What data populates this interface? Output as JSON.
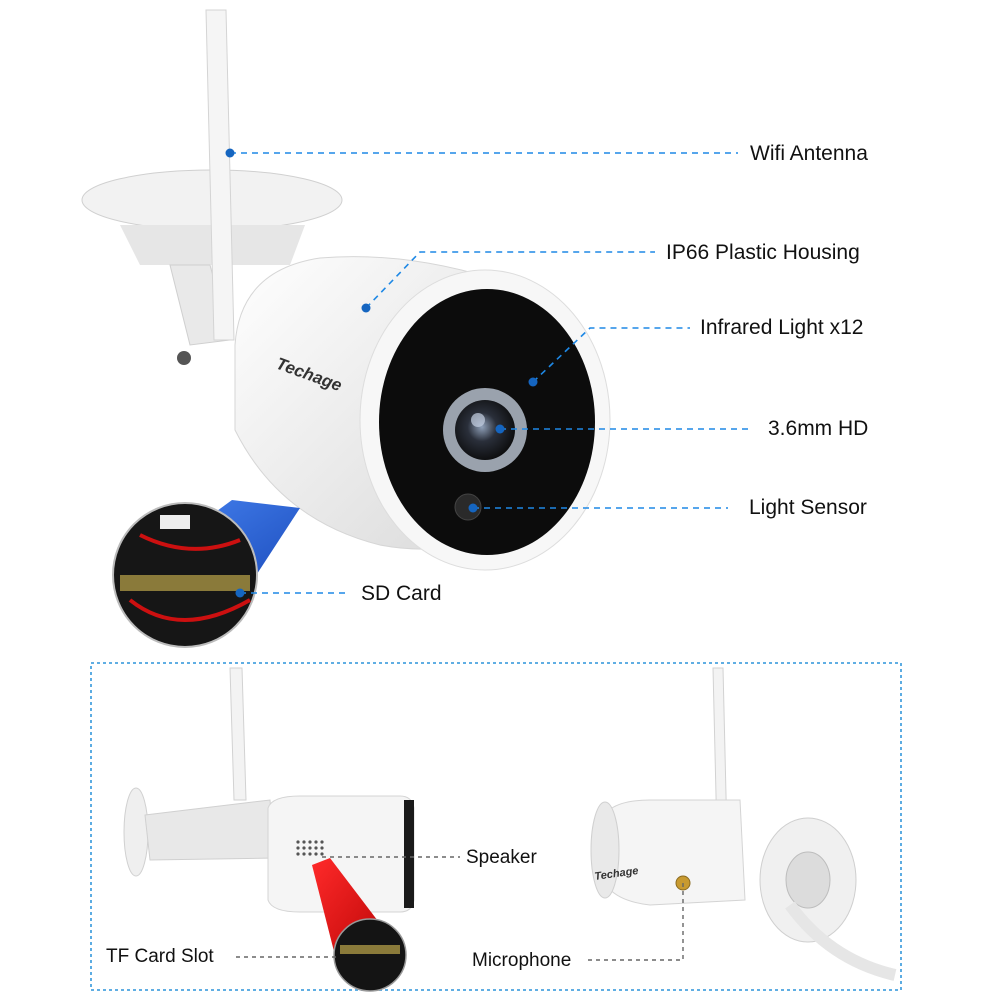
{
  "labels": {
    "wifi_antenna": "Wifi Antenna",
    "housing": "IP66 Plastic Housing",
    "infrared": "Infrared Light x12",
    "lens": "3.6mm HD",
    "light_sensor": "Light Sensor",
    "sd_card": "SD Card",
    "speaker": "Speaker",
    "tf_card_slot": "TF Card Slot",
    "microphone": "Microphone"
  },
  "brand": "Techage",
  "colors": {
    "callout_line": "#1e88e5",
    "callout_dot": "#1565c0",
    "detail_line": "#666666",
    "frame_border": "#4aa3df",
    "camera_body": "#f4f4f4",
    "lens_face": "#0c0c0c",
    "red_highlight": "#e01010"
  }
}
